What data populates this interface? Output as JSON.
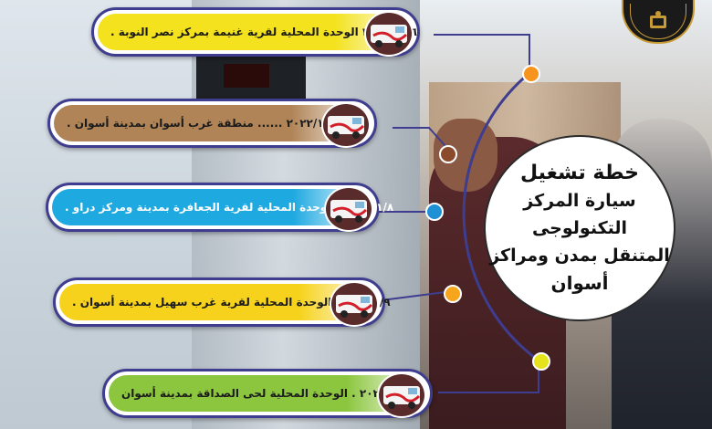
{
  "title": {
    "lines": [
      "خطة تشغيل",
      "سيارة المركز التكنولوجى",
      "المتنقل بمدن ومراكز",
      "أسوان"
    ]
  },
  "timeline": [
    {
      "text": "٢٠٢٢/١١/٦   الوحدة المحلية لقرية غنيمة بمركز نصر النوبة .",
      "fill": "#f3e21d",
      "dot": "#f7941d"
    },
    {
      "text": "٢٠٢٢/١١/٧ ...... منطقة غرب أسوان بمدينة أسوان .",
      "fill": "#b08457",
      "dot": "#8b4a2b"
    },
    {
      "text": "٢٠٢٢/١١/٨ الوحدة المحلية لقرية الجعافرة بمدينة ومركز دراو .",
      "fill": "#1ea9e1",
      "dot": "#1e90d6"
    },
    {
      "text": "٢٠٢٢/١١/٩ الوحدة المحلية لقرية غرب سهيل بمدينة أسوان .",
      "fill": "#f6d21c",
      "dot": "#f7a51d"
    },
    {
      "text": "٢٠٢٢/١١/١٠ . الوحدة المحلية لحى الصداقة بمدينة أسوان",
      "fill": "#8cc63f",
      "dot": "#e6e21c"
    }
  ],
  "colors": {
    "pill_border": "#3e3d8f",
    "arc": "#3e3d8f",
    "logo_gold": "#c79b35"
  },
  "icons": {
    "van": "mobile-tech-center-van-icon",
    "logo": "information-center-logo"
  }
}
